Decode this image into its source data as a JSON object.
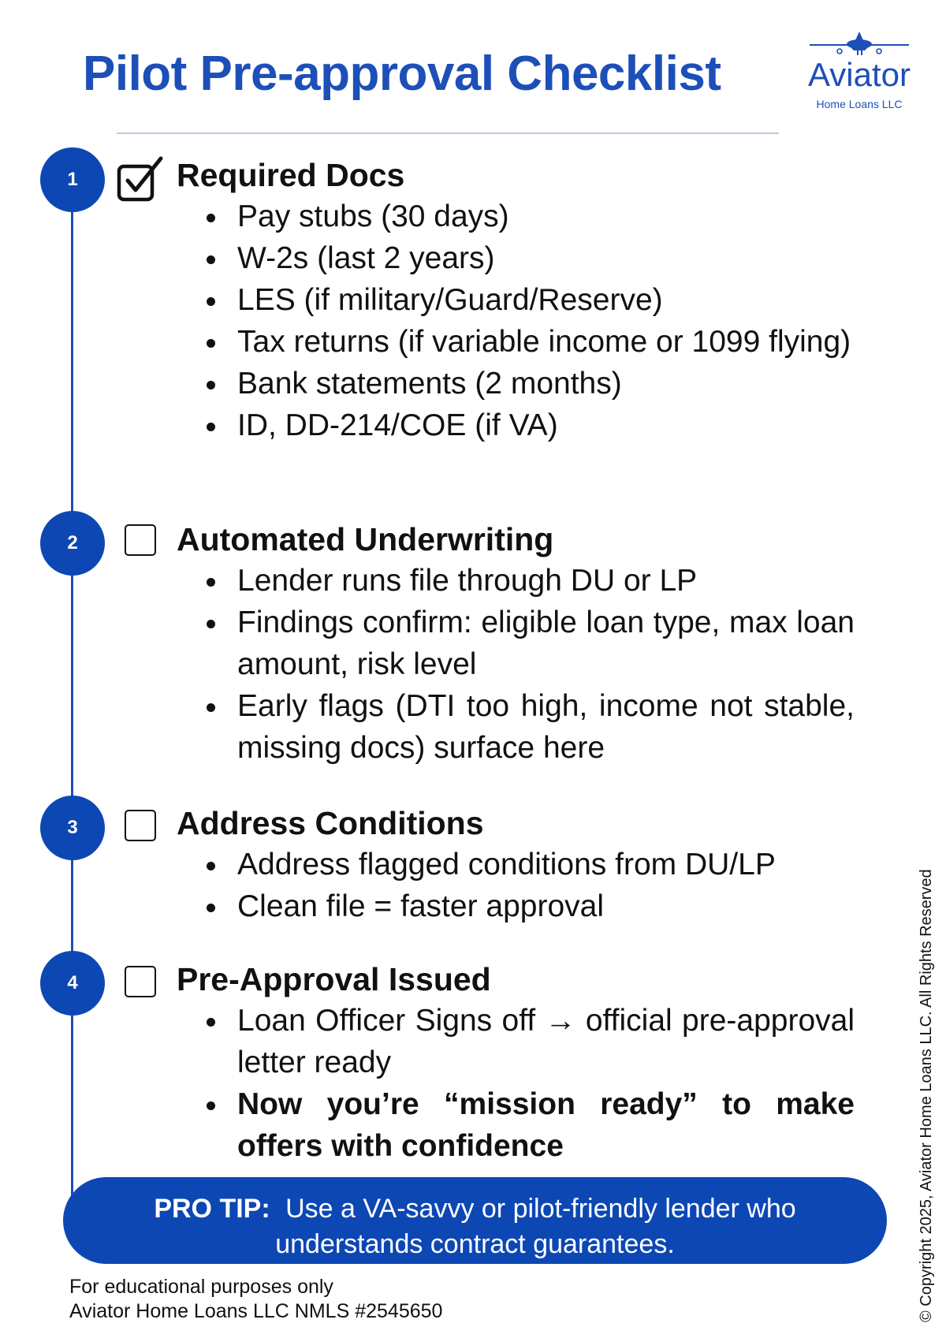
{
  "header": {
    "title": "Pilot Pre-approval Checklist",
    "logo": {
      "name": "Aviator",
      "subtitle": "Home Loans LLC",
      "icon": "airplane-icon",
      "color": "#1d4fb8"
    }
  },
  "steps": [
    {
      "number": "1",
      "checked": true,
      "title": "Required Docs",
      "items": [
        "Pay stubs (30 days)",
        "W-2s (last 2 years)",
        "LES (if military/Guard/Reserve)",
        "Tax returns (if variable income or 1099 flying)",
        "Bank statements (2 months)",
        "ID, DD-214/COE (if VA)"
      ]
    },
    {
      "number": "2",
      "checked": false,
      "title": "Automated Underwriting",
      "items": [
        "Lender runs file through DU or LP",
        "Findings confirm: eligible loan type, max loan amount, risk level",
        "Early flags (DTI too high, income not stable, missing docs) surface here"
      ]
    },
    {
      "number": "3",
      "checked": false,
      "title": "Address Conditions",
      "items": [
        "Address flagged conditions from DU/LP",
        "Clean file = faster approval"
      ]
    },
    {
      "number": "4",
      "checked": false,
      "title": "Pre-Approval Issued",
      "items": [
        "Loan Officer Signs off → official pre-approval letter ready",
        "Now you’re “mission ready” to make offers with confidence"
      ]
    }
  ],
  "pro_tip": {
    "label": "PRO TIP:",
    "text": "Use a VA-savvy or pilot-friendly lender who understands contract guarantees."
  },
  "footer": {
    "line1": "For educational purposes only",
    "line2": "Aviator Home Loans LLC NMLS #2545650"
  },
  "copyright": "© Copyright 2025, Aviator Home Loans LLC. All Rights Reserved",
  "colors": {
    "brand_blue": "#0d47b4",
    "title_blue": "#1d4fb8",
    "rule": "#b9cbe8"
  }
}
